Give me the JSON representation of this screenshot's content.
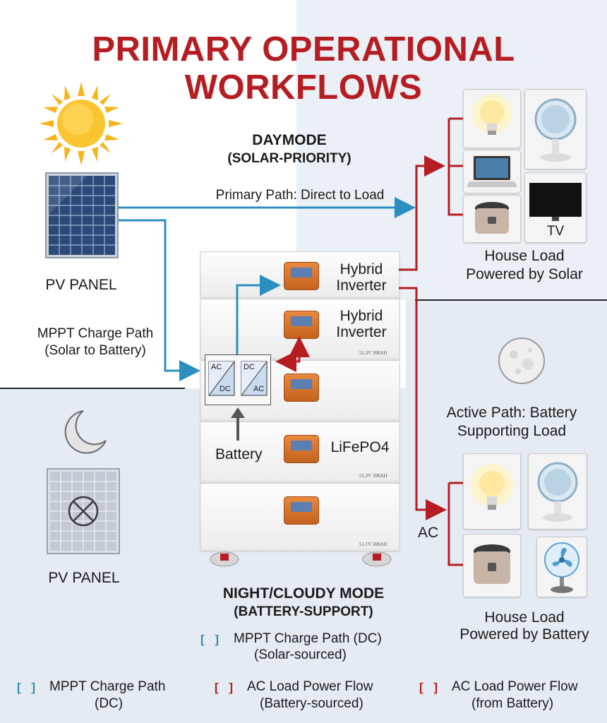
{
  "title": {
    "line1": "PRIMARY OPERATIONAL",
    "line2": "WORKFLOWS"
  },
  "day_mode": {
    "heading": "DAYMODE",
    "subheading": "(SOLAR-PRIORITY)"
  },
  "night_mode": {
    "heading": "NIGHT/CLOUDY MODE",
    "subheading": "(BATTERY-SUPPORT)"
  },
  "pv_panel_day": "PV PANEL",
  "pv_panel_night": "PV PANEL",
  "paths": {
    "primary_path": "Primary Path: Direct to Load",
    "mppt_line1": "MPPT Charge Path",
    "mppt_line2": "(Solar to Battery)",
    "active_line1": "Active Path: Battery",
    "active_line2": "Supporting Load",
    "ac": "AC",
    "battery": "Battery"
  },
  "battery_stack": {
    "inverter_1_line1": "Hybrid",
    "inverter_1_line2": "Inverter",
    "inverter_2_line1": "Hybrid",
    "inverter_2_line2": "Inverter",
    "chemistry": "LiFePO4",
    "spec_1": "51.2V 300AH",
    "spec_2": "51.2V 300AH",
    "spec_3": "51.1V 300AH",
    "converter_1": {
      "top": "AC",
      "bottom": "DC"
    },
    "converter_2": {
      "top": "DC",
      "bottom": "AC"
    }
  },
  "load_solar": {
    "line1": "House Load",
    "line2": "Powered by Solar",
    "tv_label": "TV"
  },
  "load_battery": {
    "line1": "House Load",
    "line2": "Powered by Battery"
  },
  "legend": {
    "blue_bracket": "[ ]",
    "red_bracket": "[ ]",
    "mppt_dc_line1": "MPPT Charge Path (DC)",
    "mppt_dc_line2": "(Solar-sourced)",
    "mppt_line1": "MPPT Charge Path",
    "mppt_line2": "(DC)",
    "ac_load_line1": "AC Load Power Flow",
    "ac_load_line2": "(Battery-sourced)",
    "ac_from_line1": "AC Load Power Flow",
    "ac_from_line2": "(from Battery)"
  },
  "colors": {
    "title_red": "#b51d22",
    "dc_path_blue": "#2b8ec0",
    "ac_path_red": "#b51d22",
    "battery_arrow": "#555555",
    "lcd_orange": "#d8742c"
  }
}
